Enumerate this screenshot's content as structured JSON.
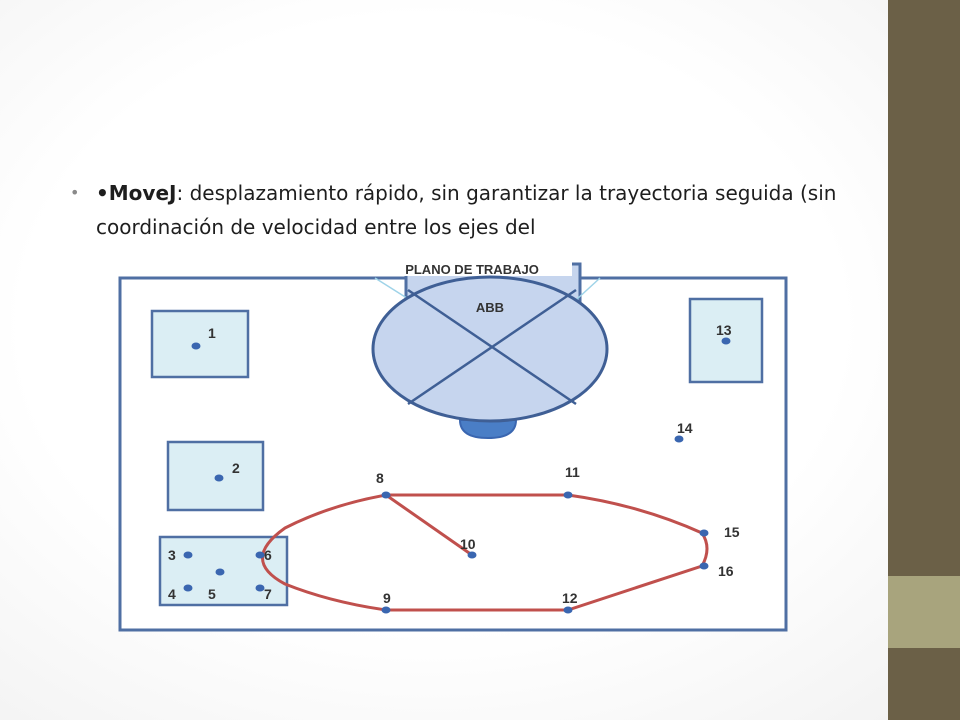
{
  "slide": {
    "bullet_prefix": "•MoveJ",
    "bullet_rest": ": desplazamiento rápido, sin garantizar la trayectoria seguida (sin coordinación de velocidad entre los ejes del"
  },
  "diagram": {
    "work_plane_title": "PLANO DE TRABAJO",
    "robot_label": "ABB",
    "points": [
      {
        "label": "1"
      },
      {
        "label": "2"
      },
      {
        "label": "3"
      },
      {
        "label": "4"
      },
      {
        "label": "5"
      },
      {
        "label": "6"
      },
      {
        "label": "7"
      },
      {
        "label": "8"
      },
      {
        "label": "9"
      },
      {
        "label": "10"
      },
      {
        "label": "11"
      },
      {
        "label": "12"
      },
      {
        "label": "13"
      },
      {
        "label": "14"
      },
      {
        "label": "15"
      },
      {
        "label": "16"
      }
    ],
    "colors": {
      "frame": "#4f6fa3",
      "station_fill": "#dbeef4",
      "robot_fill": "#c6d5ee",
      "point": "#3a66b0",
      "path": "#c0504d"
    }
  }
}
